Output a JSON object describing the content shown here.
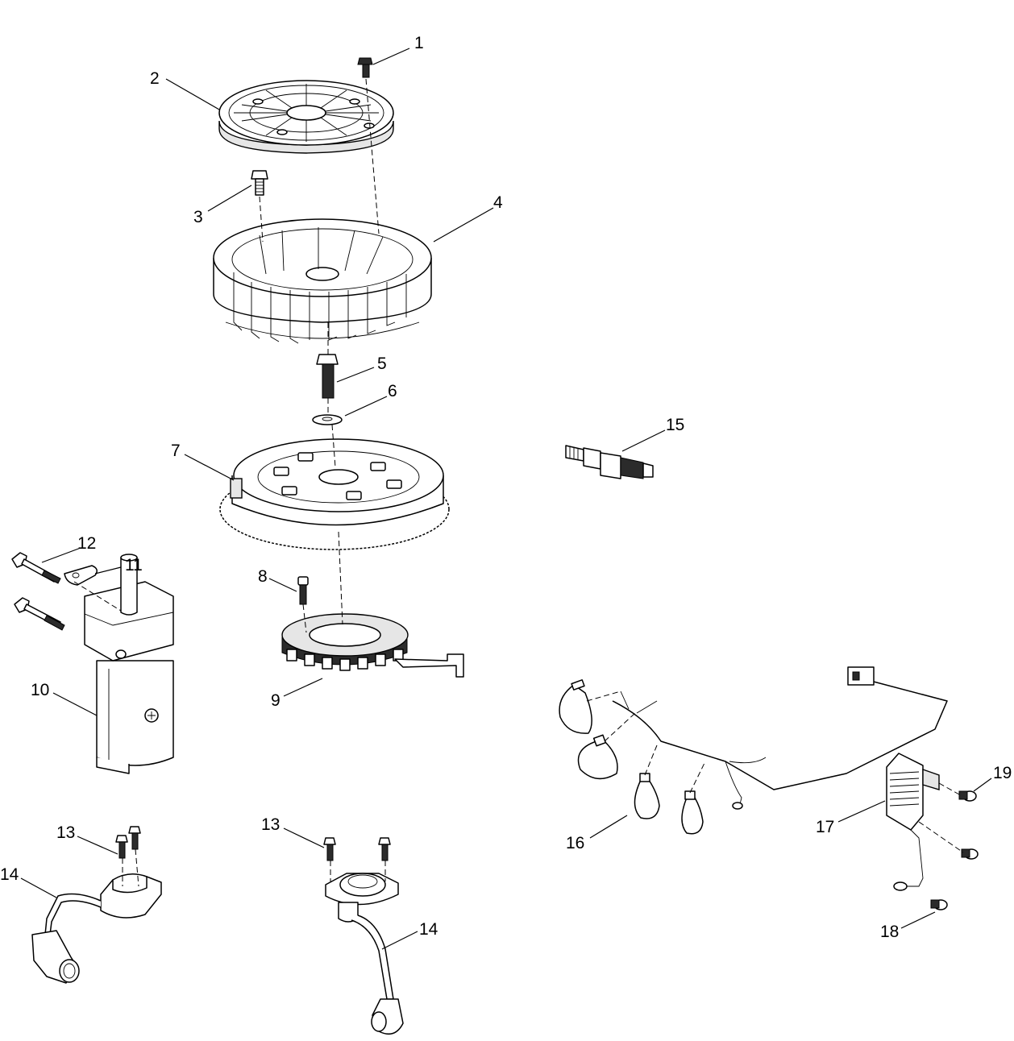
{
  "callouts": [
    {
      "id": "c1",
      "text": "1"
    },
    {
      "id": "c2",
      "text": "2"
    },
    {
      "id": "c3",
      "text": "3"
    },
    {
      "id": "c4",
      "text": "4"
    },
    {
      "id": "c5",
      "text": "5"
    },
    {
      "id": "c6",
      "text": "6"
    },
    {
      "id": "c7",
      "text": "7"
    },
    {
      "id": "c8",
      "text": "8"
    },
    {
      "id": "c9",
      "text": "9"
    },
    {
      "id": "c10",
      "text": "10"
    },
    {
      "id": "c11",
      "text": "11"
    },
    {
      "id": "c12",
      "text": "12"
    },
    {
      "id": "c13a",
      "text": "13"
    },
    {
      "id": "c13b",
      "text": "13"
    },
    {
      "id": "c14a",
      "text": "14"
    },
    {
      "id": "c14b",
      "text": "14"
    },
    {
      "id": "c15",
      "text": "15"
    },
    {
      "id": "c16",
      "text": "16"
    },
    {
      "id": "c17",
      "text": "17"
    },
    {
      "id": "c18",
      "text": "18"
    },
    {
      "id": "c19",
      "text": "19"
    }
  ]
}
